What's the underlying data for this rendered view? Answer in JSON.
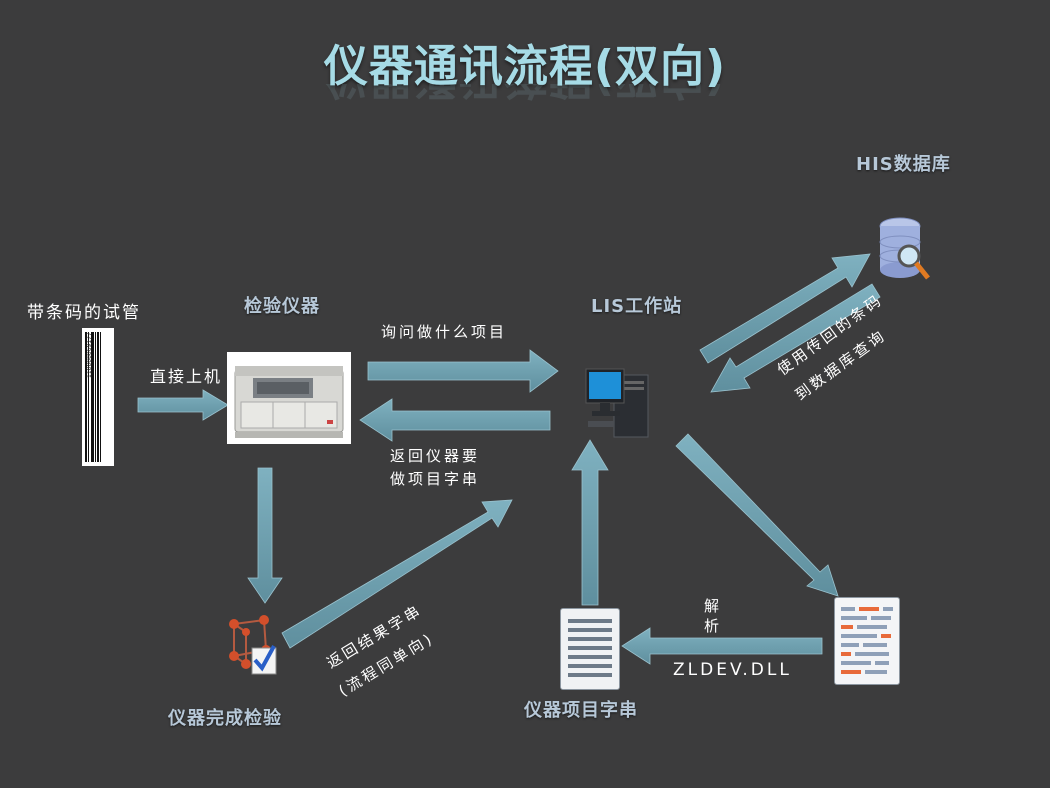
{
  "title": "仪器通讯流程(双向)",
  "nodes": {
    "tube": "带条码的试管",
    "tube_barcode": "110000069177",
    "instrument": "检验仪器",
    "lis": "LIS工作站",
    "his": "HIS数据库",
    "complete": "仪器完成检验",
    "item_string": "仪器项目字串"
  },
  "edges": {
    "direct_load": "直接上机",
    "ask_items": "询问做什么项目",
    "return_items_l1": "返回仪器要",
    "return_items_l2": "做项目字串",
    "return_result_l1": "返回结果字串",
    "return_result_l2": "(流程同单向)",
    "query_l1": "使用传回的条码",
    "query_l2": "到数据库查询",
    "parse_l1": "解",
    "parse_l2": "析",
    "dll": "ZLDEV.DLL"
  },
  "colors": {
    "background": "#3c3c3d",
    "arrow": "#6e9fae",
    "title": "#a6dbe6"
  }
}
